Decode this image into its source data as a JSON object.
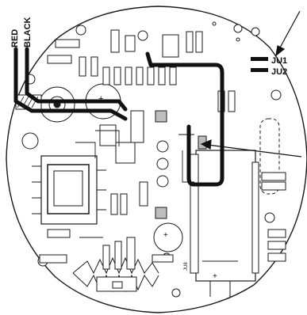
{
  "labels": {
    "wire_red": "RED",
    "wire_black": "BLACK",
    "jumper1": "JU1",
    "jumper2": "JU2",
    "board_mark": "JU8"
  },
  "colors": {
    "outline": "#1a1a1a",
    "trace": "#111111",
    "background": "#ffffff",
    "shade": "#bdbdbd"
  }
}
